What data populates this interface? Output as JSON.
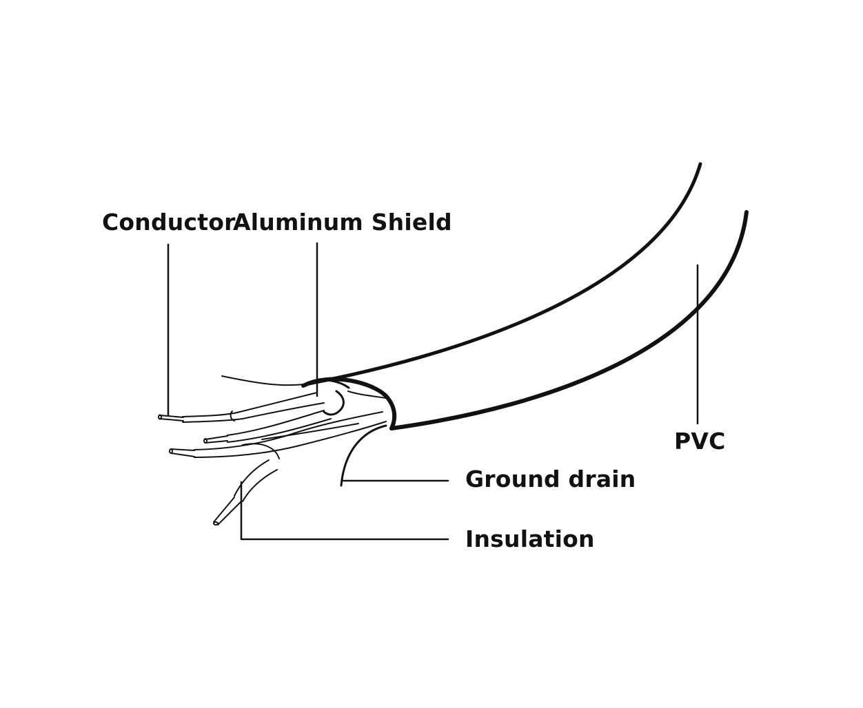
{
  "labels": {
    "conductor": "Conductor",
    "aluminum_shield": "Aluminum Shield",
    "pvc": "PVC",
    "ground_drain": "Ground drain",
    "insulation": "Insulation"
  },
  "colors": {
    "ink": "#111111",
    "background": "#ffffff"
  }
}
